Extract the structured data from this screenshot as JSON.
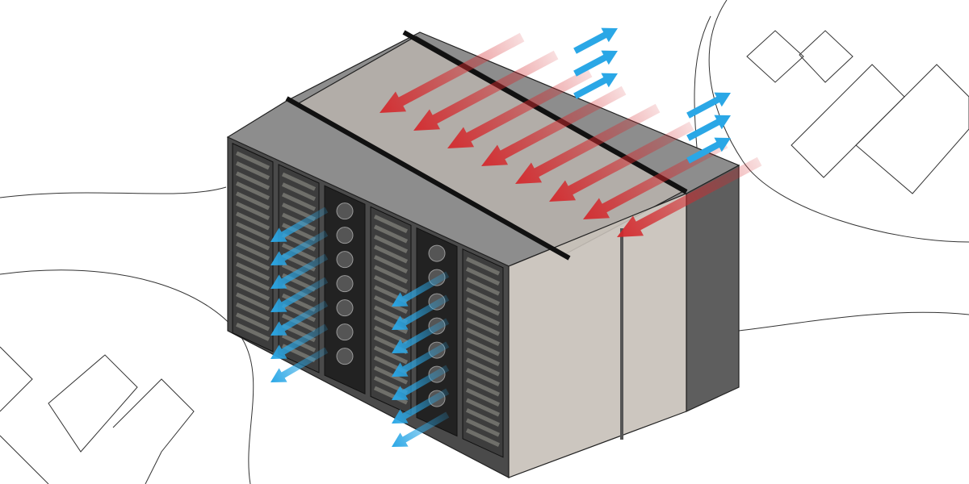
{
  "illustration": {
    "subject": "hot-aisle-containment",
    "colors": {
      "background": "#ffffff",
      "rack_front": "#4a4a4a",
      "rack_top": "#8a8a8a",
      "rack_side": "#5e5e5e",
      "glass": "#b9b3ad",
      "cold_air": "#2aa7e6",
      "hot_air": "#d4282c",
      "outline": "#222222"
    },
    "cold_air_arrow_rows": [
      7,
      7
    ],
    "hot_air_arrow_count": 8,
    "exhaust_arrow_groups": 2
  }
}
